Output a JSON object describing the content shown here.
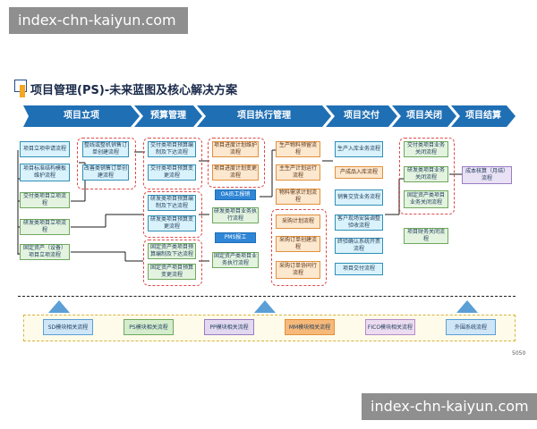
{
  "watermark": {
    "top": "index-chn-kaiyun.com",
    "bottom": "index-chn-kaiyun.com"
  },
  "title": "项目管理(PS)-未来蓝图及核心解决方案",
  "stages": [
    "项目立项",
    "预算管理",
    "项目执行管理",
    "项目交付",
    "项目关闭",
    "项目结算"
  ],
  "boxes": {
    "lixiang": [
      "项目立项申请流程",
      "项目标准结构模板维护流程",
      "交付类项目立项流程",
      "研发类项目立项流程",
      "固定资产（设备）项目立项流程"
    ],
    "lixiang_side": [
      "整线或整机销售订单创建流程",
      "改善类销售订单创建流程"
    ],
    "yusuan": [
      "交付类项目预算编制及下达流程",
      "交付类项目预算变更流程",
      "研发类项目预算编制及下达流程",
      "研发类项目预算变更流程",
      "固定资产类项目预算编制及下达流程",
      "固定资产项目预算变更流程"
    ],
    "zhixing1": [
      "项目进度计划维护流程",
      "项目进度计划变更流程",
      "OA员工报销",
      "研发类项目业务执行流程",
      "PMS报工",
      "固定资产类项目业务执行流程"
    ],
    "zhixing2": [
      "生产物料预留流程",
      "主生产计划运行流程",
      "物料需求计划流程",
      "采购计划流程",
      "采购订单创建流程",
      "采购订单协同行流程"
    ],
    "jiaofu": [
      "生产入库业务流程",
      "产成品入库流程",
      "销售交货业务流程",
      "客户现场安装调整验收流程",
      "终验确认系统开票流程",
      "项目交付流程"
    ],
    "guanbi": [
      "交付类项目业务关闭流程",
      "研发类项目业务关闭流程",
      "固定资产类项目业务关闭流程",
      "项目财务关闭流程"
    ],
    "jiesuan": [
      "成本核算（月结）流程"
    ]
  },
  "modules": [
    "SD模块相关流程",
    "PS模块相关流程",
    "PP模块相关流程",
    "MM模块相关流程",
    "FICO模块相关流程",
    "外围系统流程"
  ],
  "colors": {
    "stage": "#1f6fb4",
    "stage_dark": "#1f4e8c",
    "dash": "#e04a4a"
  },
  "page_number": "5050"
}
